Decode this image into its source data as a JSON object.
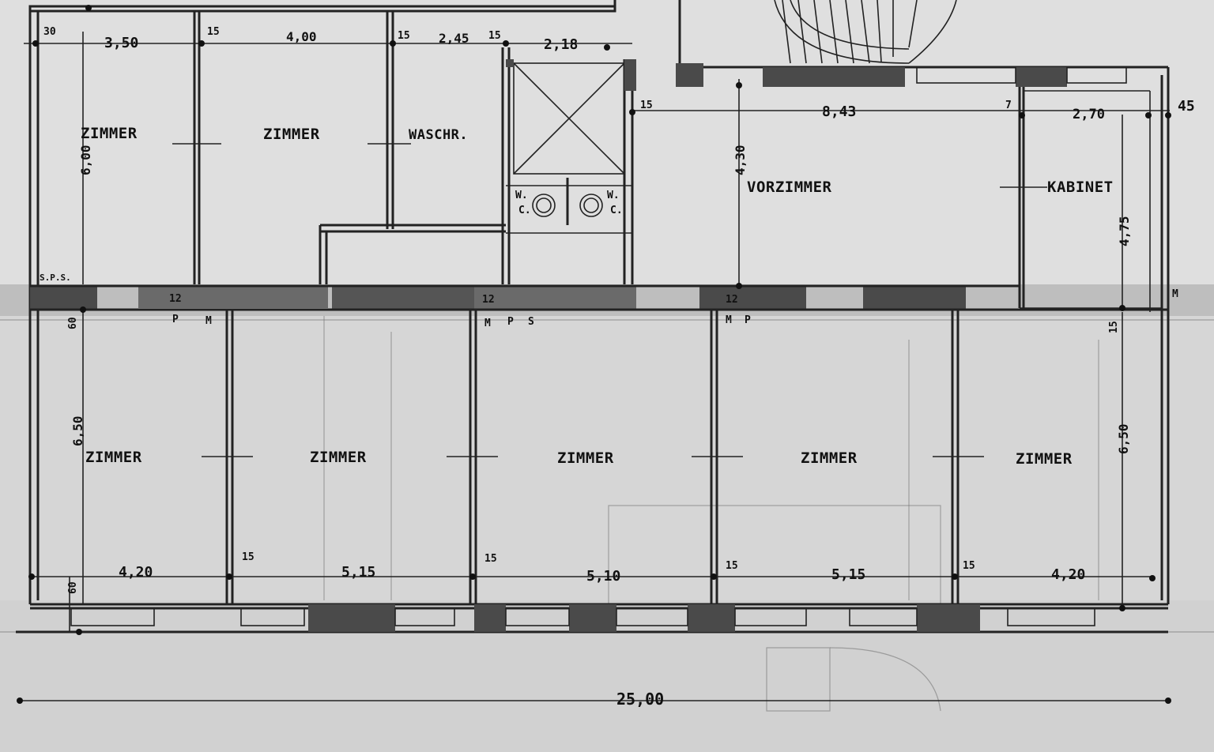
{
  "rooms": {
    "top_zimmer_1": "ZIMMER",
    "top_zimmer_2": "ZIMMER",
    "waschraum": "WASCHR.",
    "vorzimmer": "VORZIMMER",
    "kabinet": "KABINET",
    "bottom_zimmer_1": "ZIMMER",
    "bottom_zimmer_2": "ZIMMER",
    "bottom_zimmer_3": "ZIMMER",
    "bottom_zimmer_4": "ZIMMER",
    "bottom_zimmer_5": "ZIMMER"
  },
  "wc": {
    "left_w": "W.",
    "left_c": "C.",
    "right_w": "W.",
    "right_c": "C."
  },
  "dimensions": {
    "top_30": "30",
    "top_350": "3,50",
    "top_15_a": "15",
    "top_400": "4,00",
    "top_15_b": "15",
    "top_245": "2,45",
    "top_15_c": "15",
    "top_218": "2,18",
    "left_600": "6,00",
    "right_15_a": "15",
    "right_843": "8,43",
    "right_430": "4,30",
    "right_7": "7",
    "right_270": "2,70",
    "right_45": "45",
    "right_475": "4,75",
    "left_60_a": "60",
    "left_650": "6,50",
    "right_15_b": "15",
    "right_650": "6,50",
    "bottom_420_a": "4,20",
    "bottom_15_a": "15",
    "bottom_515_a": "5,15",
    "bottom_15_b": "15",
    "bottom_510": "5,10",
    "bottom_15_c": "15",
    "bottom_515_b": "5,15",
    "bottom_15_d": "15",
    "bottom_420_b": "4,20",
    "left_60_b": "60",
    "total_2500": "25,00"
  },
  "markers": {
    "sps": "S.P.S.",
    "p_a": "P",
    "m_a": "M",
    "m_b": "M",
    "p_b": "P",
    "s_b": "S",
    "m_c": "M",
    "p_c": "P",
    "m_d": "M",
    "num_12": "12"
  }
}
